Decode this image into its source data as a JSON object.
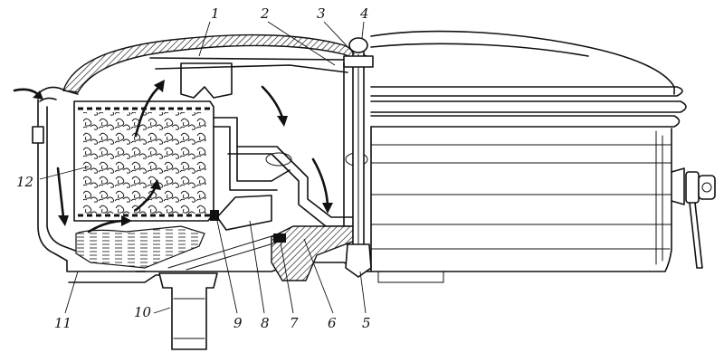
{
  "figure": {
    "callouts": [
      {
        "id": "callout-1",
        "label": "1"
      },
      {
        "id": "callout-2",
        "label": "2"
      },
      {
        "id": "callout-3",
        "label": "3"
      },
      {
        "id": "callout-4",
        "label": "4"
      },
      {
        "id": "callout-5",
        "label": "5"
      },
      {
        "id": "callout-6",
        "label": "6"
      },
      {
        "id": "callout-7",
        "label": "7"
      },
      {
        "id": "callout-8",
        "label": "8"
      },
      {
        "id": "callout-9",
        "label": "9"
      },
      {
        "id": "callout-10",
        "label": "10"
      },
      {
        "id": "callout-11",
        "label": "11"
      },
      {
        "id": "callout-12",
        "label": "12"
      }
    ]
  }
}
